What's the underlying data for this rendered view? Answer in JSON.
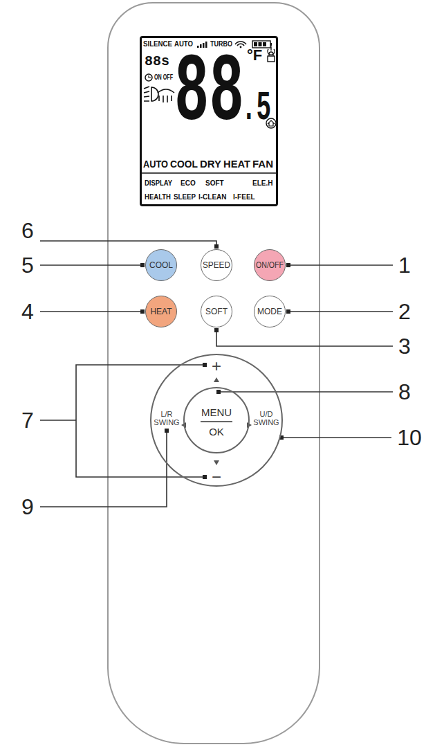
{
  "diagram": {
    "nodes": [
      {
        "text": [
          "SILENCE",
          "AUTO",
          "TURBO",
          "88s",
          "ON OFF",
          "88",
          "°F",
          ".5",
          "AUTO",
          "COOL",
          "DRY",
          "HEAT",
          "FAN",
          "DISPLAY",
          "ECO",
          "SOFT",
          "ELE.H",
          "HEALTH",
          "SLEEP",
          "I-CLEAN",
          "I-FEEL"
        ]
      },
      {
        "text": [
          "COOL"
        ]
      },
      {
        "text": [
          "SPEED"
        ]
      },
      {
        "text": [
          "ON/OFF"
        ]
      },
      {
        "text": [
          "HEAT"
        ]
      },
      {
        "text": [
          "SOFT"
        ]
      },
      {
        "text": [
          "MODE"
        ]
      },
      {
        "text": [
          "+",
          "L/R SWING",
          "U/D SWING",
          "−"
        ]
      },
      {
        "text": [
          "MENU",
          "OK"
        ],
        "in": 7
      }
    ],
    "labels": [
      "6",
      "5",
      "1",
      "4",
      "2",
      "3",
      "7",
      "8",
      "10",
      "9"
    ]
  }
}
